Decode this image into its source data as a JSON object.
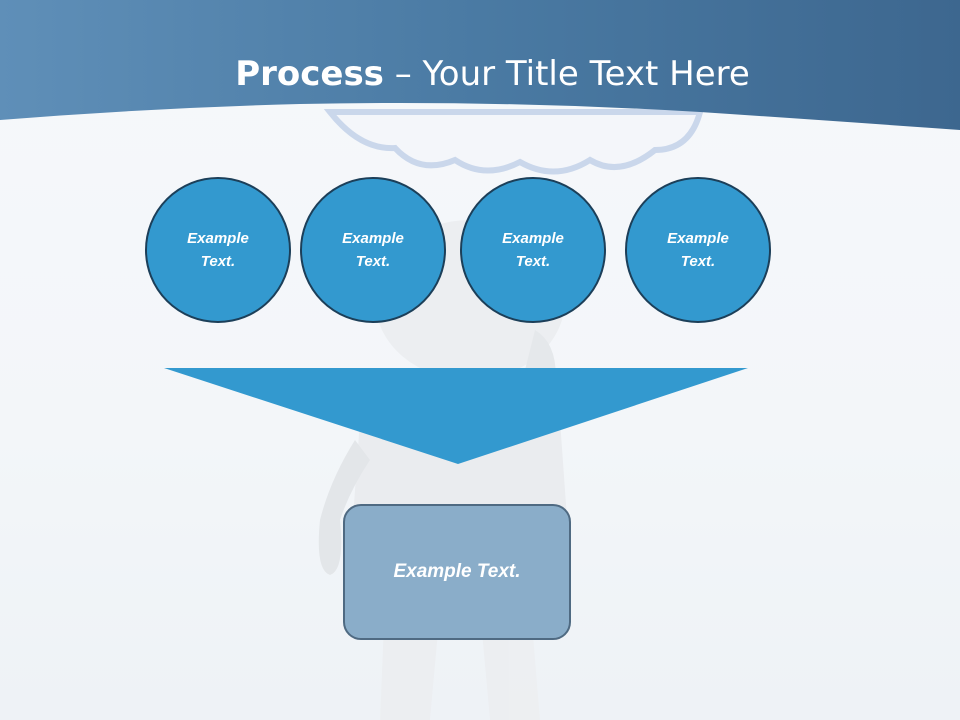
{
  "slide": {
    "title_bold": "Process",
    "title_rest": " – Your Title Text Here"
  },
  "steps": [
    {
      "label": "Example Text."
    },
    {
      "label": "Example Text."
    },
    {
      "label": "Example Text."
    },
    {
      "label": "Example Text."
    }
  ],
  "result": {
    "label": "Example Text."
  },
  "colors": {
    "header": "#4a7aa3",
    "circle_fill": "#3399cf",
    "circle_border": "#1c3f59",
    "funnel": "#3399cf",
    "result_fill": "#8aadc9"
  }
}
